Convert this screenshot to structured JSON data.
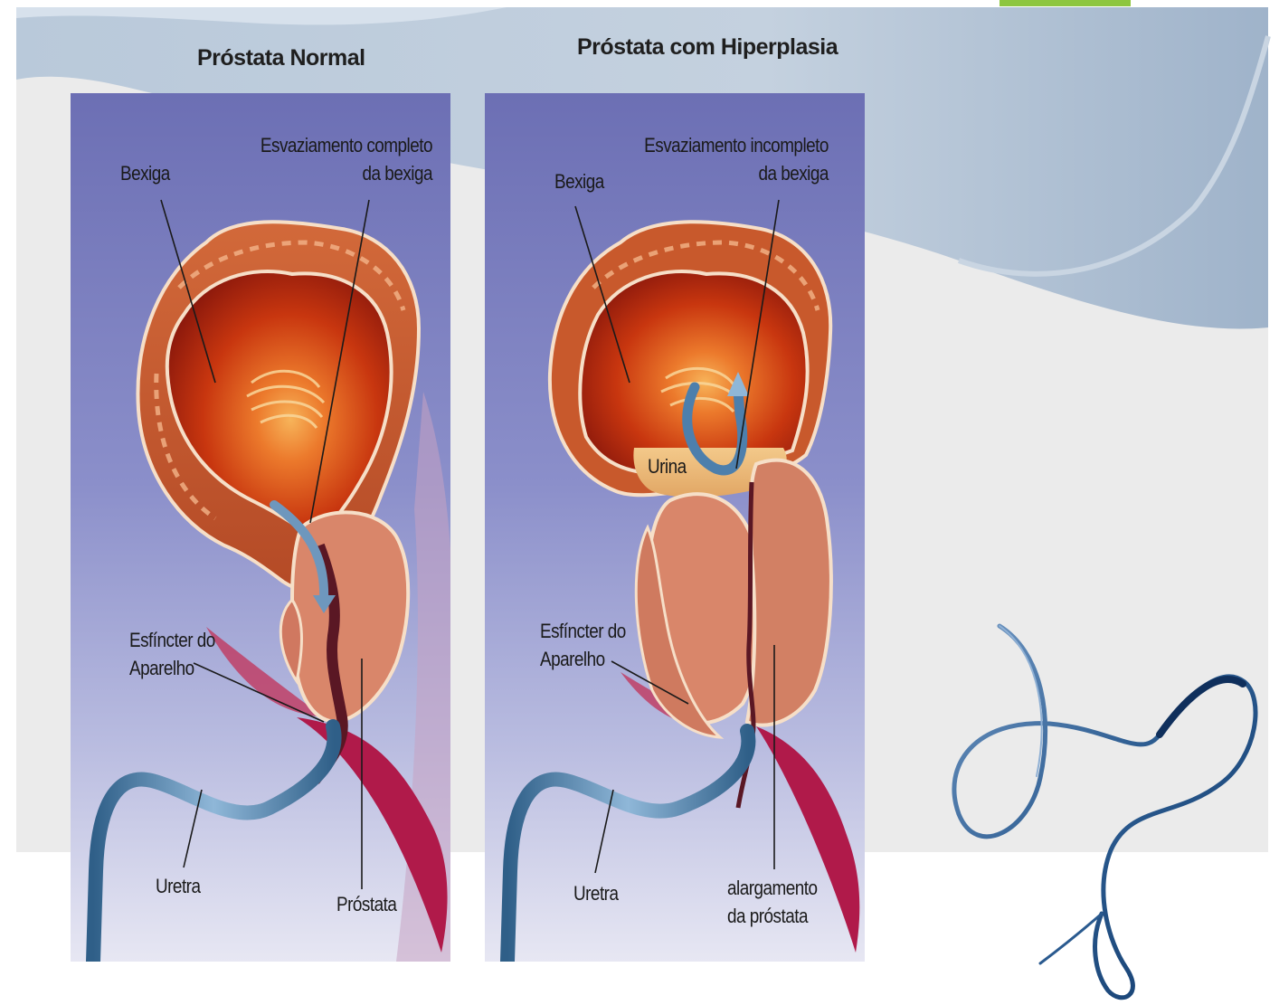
{
  "panels": {
    "normal": {
      "title": "Próstata Normal",
      "labels": {
        "bladder": "Bexiga",
        "emptying_line1": "Esvaziamento completo",
        "emptying_line2": "da bexiga",
        "sphincter_line1": "Esfíncter do",
        "sphincter_line2": "Aparelho",
        "urethra": "Uretra",
        "prostate": "Próstata"
      }
    },
    "hyperplasia": {
      "title": "Próstata com Hiperplasia",
      "labels": {
        "bladder": "Bexiga",
        "emptying_line1": "Esvaziamento incompleto",
        "emptying_line2": "da bexiga",
        "urine": "Urina",
        "sphincter_line1": "Esfíncter do",
        "sphincter_line2": "Aparelho",
        "urethra": "Uretra",
        "enlargement_line1": "alargamento",
        "enlargement_line2": "da próstata"
      }
    }
  },
  "colors": {
    "panel_bg_top": "#6c6fb4",
    "panel_bg_bottom": "#e6e6f2",
    "bladder_wall": "#c8592c",
    "bladder_inner": "#b3200d",
    "prostate": "#d9876b",
    "urethra": "#3e6e95",
    "wave_band": "#a9bbd0",
    "accent_green": "#8dc63f",
    "ribbon": "#1f4a7f"
  }
}
